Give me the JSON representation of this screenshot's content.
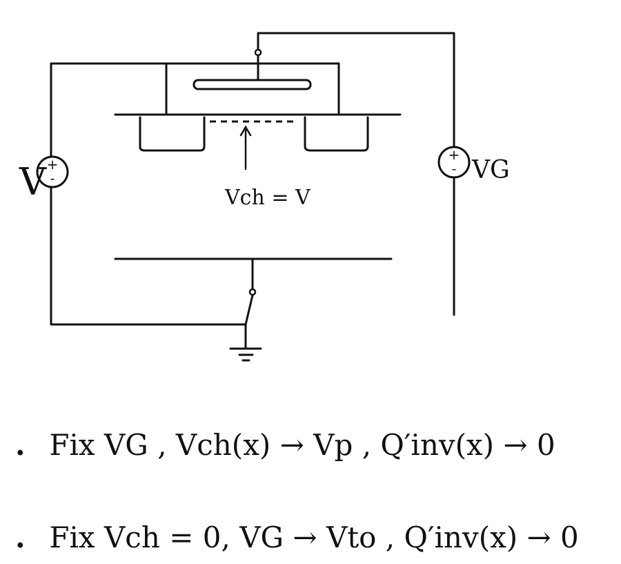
{
  "circuit": {
    "source_left": {
      "name": "V",
      "plus": "+",
      "minus": "-"
    },
    "source_right": {
      "name": "VG",
      "plus": "+",
      "minus": "-"
    },
    "channel_label": "Vch = V"
  },
  "notes": [
    {
      "bullet": ".",
      "text": "Fix VG ,  Vch(x) → Vp ,  Q′inv(x) → 0"
    },
    {
      "bullet": ".",
      "text": "Fix Vch = 0,  VG → Vto ,  Q′inv(x) → 0"
    }
  ]
}
